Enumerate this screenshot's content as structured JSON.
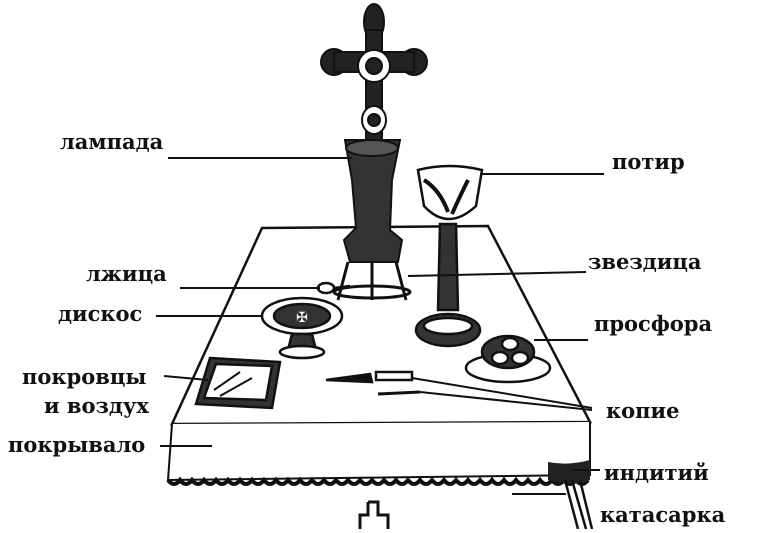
{
  "diagram": {
    "labels": {
      "lampada": "лампада",
      "lzhitsa": "лжица",
      "diskos": "дискос",
      "pokrovtsy_line1": "покровцы",
      "pokrovtsy_line2": "и воздух",
      "pokryvalo": "покрывало",
      "potir": "потир",
      "zvezditsa": "звездица",
      "prosfora": "просфора",
      "kopie": "копие",
      "inditiy": "индитий",
      "katasarka": "катасарка"
    },
    "icons": {
      "cross": "altar-cross-icon",
      "lamp": "lampada-icon",
      "chalice": "chalice-icon",
      "paten": "paten-icon",
      "asterisk": "asterisk-icon",
      "spoon": "spoon-icon",
      "prosphora": "prosphora-icon",
      "spear": "spear-icon",
      "covers": "folded-covers-icon"
    }
  }
}
